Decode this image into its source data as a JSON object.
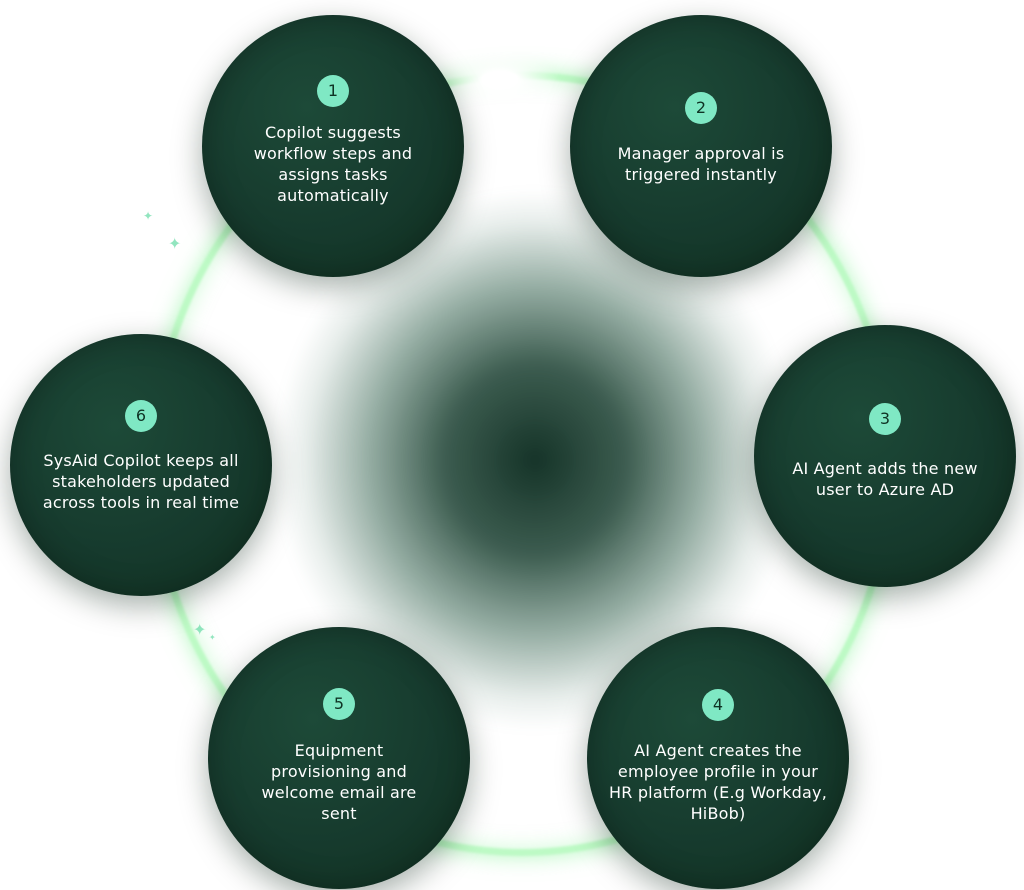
{
  "steps": [
    {
      "number": "1",
      "text": "Copilot suggests workflow steps and assigns tasks automatically"
    },
    {
      "number": "2",
      "text": "Manager approval is triggered instantly"
    },
    {
      "number": "3",
      "text": "AI Agent adds the new user to Azure AD"
    },
    {
      "number": "4",
      "text": "AI Agent creates the employee profile in your HR platform (E.g Workday, HiBob)"
    },
    {
      "number": "5",
      "text": "Equipment provisioning and welcome email are sent"
    },
    {
      "number": "6",
      "text": "SysAid Copilot keeps all stakeholders updated across tools in real time"
    }
  ],
  "colors": {
    "node_fill": "#163a2d",
    "badge_fill": "#7fe8c4",
    "ring_glow": "#86f596"
  }
}
